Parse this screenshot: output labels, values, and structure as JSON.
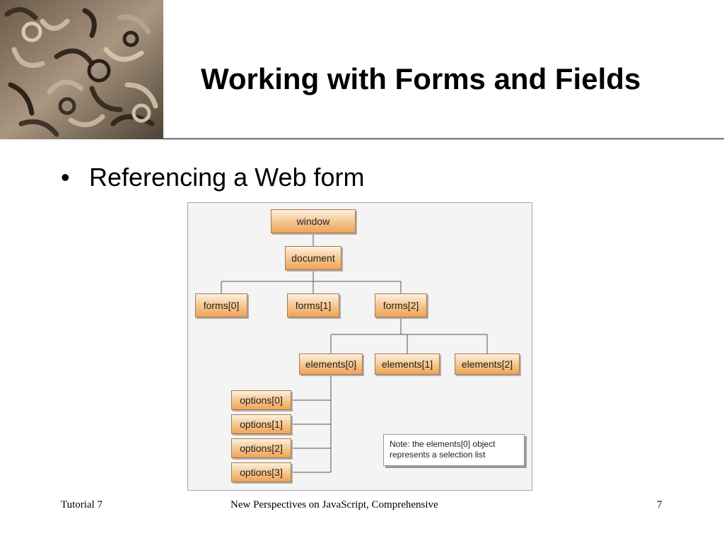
{
  "slide": {
    "title": "Working with Forms and Fields",
    "bullet": "Referencing a Web form"
  },
  "diagram": {
    "nodes": {
      "window": "window",
      "document": "document",
      "forms_0": "forms[0]",
      "forms_1": "forms[1]",
      "forms_2": "forms[2]",
      "elements_0": "elements[0]",
      "elements_1": "elements[1]",
      "elements_2": "elements[2]",
      "options_0": "options[0]",
      "options_1": "options[1]",
      "options_2": "options[2]",
      "options_3": "options[3]"
    },
    "note_lines": [
      "Note: the elements[0] object",
      "represents a selection list"
    ],
    "colors": {
      "node_fill": "#f5c48a",
      "node_border": "#a87a4a",
      "connector": "#555555"
    }
  },
  "footer": {
    "left": "Tutorial 7",
    "center": "New Perspectives on JavaScript, Comprehensive",
    "page_number": "7"
  }
}
